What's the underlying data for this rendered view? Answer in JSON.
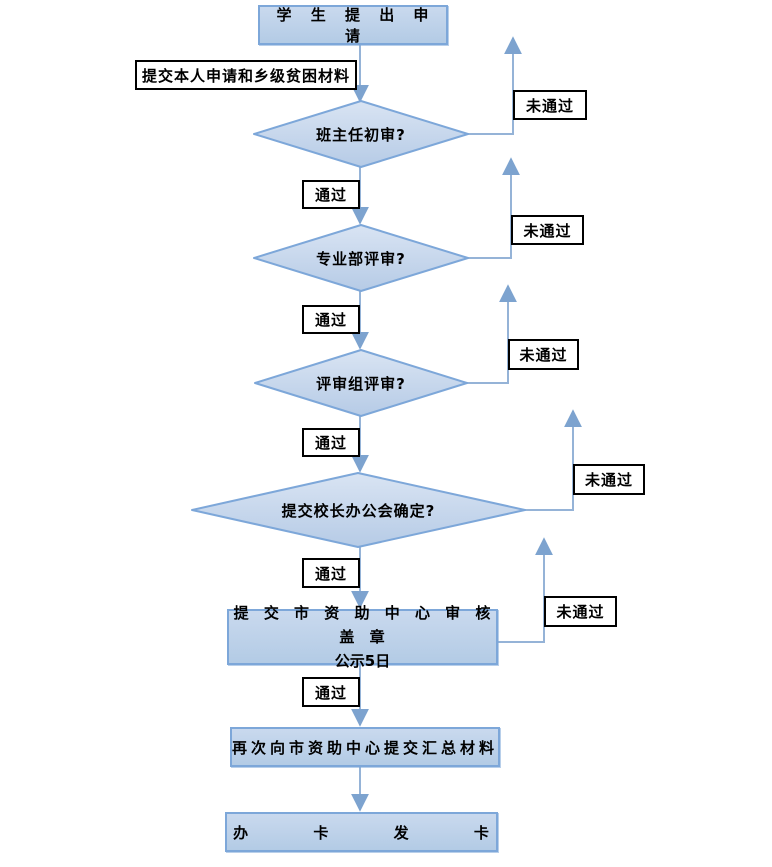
{
  "flow": {
    "start": "学 生 提 出 申 请",
    "note": "提交本人申请和乡级贫困材料",
    "decisions": [
      {
        "label": "班主任初审?"
      },
      {
        "label": "专业部评审?"
      },
      {
        "label": "评审组评审?"
      },
      {
        "label": "提交校长办公会确定?"
      }
    ],
    "process1_line1": "提 交 市 资 助 中 心 审 核 盖 章",
    "process1_line2": "公示5日",
    "process2": "再次向市资助中心提交汇总材料",
    "end": "办 卡 发 卡"
  },
  "labels": {
    "pass": "通过",
    "fail": "未通过"
  },
  "colors": {
    "node_fill_top": "#c9d9ee",
    "node_fill_bottom": "#b3cbe5",
    "node_border": "#7da7d9",
    "connector": "#95b3d7",
    "arrowhead": "#7da3cf",
    "label_box_border": "#000000",
    "text": "#000000",
    "background": "#ffffff"
  }
}
